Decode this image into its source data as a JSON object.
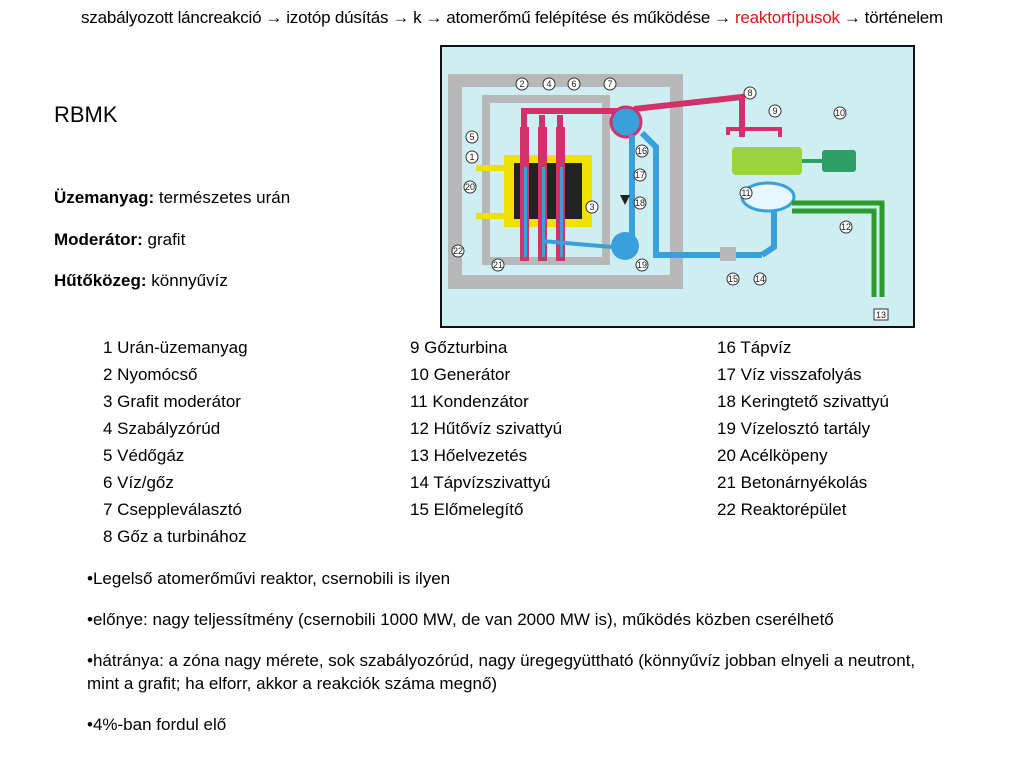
{
  "breadcrumb": {
    "items": [
      {
        "label": "szabályozott láncreakció",
        "active": false
      },
      {
        "label": "izotóp dúsítás",
        "active": false
      },
      {
        "label": "k",
        "active": false
      },
      {
        "label": "atomerőmű felépítése és működése",
        "active": false
      },
      {
        "label": "reaktortípusok",
        "active": true
      },
      {
        "label": "történelem",
        "active": false
      }
    ],
    "separator": "→"
  },
  "title": "RBMK",
  "properties": [
    {
      "label": "Üzemanyag:",
      "value": "természetes urán"
    },
    {
      "label": "Moderátor:",
      "value": "grafit"
    },
    {
      "label": "Hűtőközeg:",
      "value": "könnyűvíz"
    }
  ],
  "diagram": {
    "numbers": [
      "2",
      "4",
      "6",
      "7",
      "8",
      "9",
      "10",
      "11",
      "12",
      "13",
      "14",
      "15",
      "16",
      "17",
      "18",
      "19",
      "20",
      "21",
      "22",
      "1",
      "3",
      "5"
    ]
  },
  "legend": {
    "col1": [
      "1 Urán-üzemanyag",
      "2 Nyomócső",
      "3 Grafit moderátor",
      "4 Szabályzórúd",
      "5 Védőgáz",
      "6 Víz/gőz",
      "7 Cseppleválasztó",
      "8 Gőz a turbinához"
    ],
    "col2": [
      "9 Gőzturbina",
      "10 Generátor",
      "11 Kondenzátor",
      "12 Hűtővíz szivattyú",
      "13 Hőelvezetés",
      "14 Tápvízszivattyú",
      "15 Előmelegítő"
    ],
    "col3": [
      "16 Tápvíz",
      "17 Víz visszafolyás",
      "18 Keringtető szivattyú",
      "19 Vízelosztó tartály",
      "20 Acélköpeny",
      "21 Betonárnyékolás",
      "22 Reaktorépület"
    ]
  },
  "bullets": [
    "•Legelső atomerőművi reaktor, csernobili is ilyen",
    "•előnye: nagy teljessítmény (csernobili 1000 MW, de van 2000 MW is), működés közben cserélhető",
    "•hátránya: a zóna nagy mérete, sok szabályozórúd, nagy üregegyüttható (könnyűvíz jobban elnyeli a neutront, mint a grafit; ha elforr, akkor a reakciók száma megnő)",
    "•4%-ban fordul elő"
  ],
  "colors": {
    "accent": "#e8141b",
    "diagram_bg": "#cfeef2",
    "concrete": "#b8b8b8",
    "core_yellow": "#f2e100",
    "steam_pink": "#d2326a",
    "water_blue": "#3aa0dc",
    "turbine_green": "#9ad43a",
    "generator_green": "#2f9f6a",
    "cooling_green": "#2e9a2e"
  }
}
